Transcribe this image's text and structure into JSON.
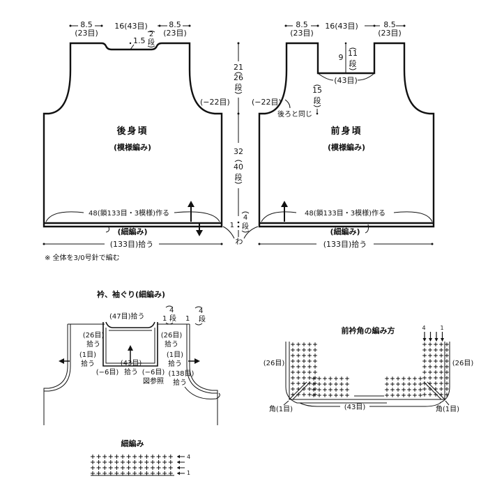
{
  "back_body": {
    "title": "後身頃",
    "stitch": "(模様編み)",
    "width_left": "8.5",
    "width_left_sts": "(23目)",
    "width_center": "16(43目)",
    "width_right": "8.5",
    "width_right_sts": "(23目)",
    "neck_depth": "1.5",
    "neck_rows": "2",
    "neck_rows_unit": "段",
    "armhole_dec": "(−22目)",
    "cast_on": "48(鎖133目・3模様)作る",
    "edging": "(細編み)",
    "pickup": "(133目)拾う",
    "note": "※ 全体を3/0号針で編む"
  },
  "center_dims": {
    "armhole_height": "21",
    "armhole_rows": "26",
    "body_height": "32",
    "body_rows": "40",
    "edging_height": "1",
    "edging_rows": "4",
    "rows_unit": "段",
    "loop_label": "わ"
  },
  "front_body": {
    "title": "前身頃",
    "stitch": "(模様編み)",
    "width_left": "8.5",
    "width_left_sts": "(23目)",
    "width_center": "16(43目)",
    "width_right": "8.5",
    "width_right_sts": "(23目)",
    "neck_depth": "9",
    "neck_rows": "11",
    "neck_bottom_sts": "(43目)",
    "side_rows": "15",
    "rows_unit": "段",
    "armhole_dec": "(−22目)",
    "same_as_back": "後ろと同じ",
    "cast_on": "48(鎖133目・3模様)作る",
    "edging": "(細編み)",
    "pickup": "(133目)拾う"
  },
  "collar_armhole": {
    "title": "衿、袖ぐり(細編み)",
    "top_pickup": "(47目)拾う",
    "neck_rows_h": "1",
    "neck_rows": "4",
    "arm_rows_h": "1",
    "arm_rows": "4",
    "rows_unit": "段",
    "side_left": "(26目)",
    "side_left_2": "拾う",
    "side_right": "(26目)",
    "side_right_2": "拾う",
    "corner_left": "(1目)",
    "corner_left_2": "拾う",
    "corner_right": "(1目)",
    "corner_right_2": "拾う",
    "bottom": "(43目)",
    "bottom_2": "拾う",
    "dec_left": "(−6目)",
    "dec_right": "(−6目)",
    "see_figure": "図参照",
    "armhole_pickup": "(138目)",
    "armhole_pickup_2": "拾う"
  },
  "front_collar_corner": {
    "title": "前衿角の編み方",
    "row_start": "1",
    "row_end": "4",
    "left_sts": "(26目)",
    "right_sts": "(26目)",
    "bottom_sts": "(43目)",
    "corner_left": "角(1目)",
    "corner_right": "角(1目)"
  },
  "single_crochet": {
    "title": "細編み",
    "row_top": "4",
    "row_bottom": "1"
  }
}
